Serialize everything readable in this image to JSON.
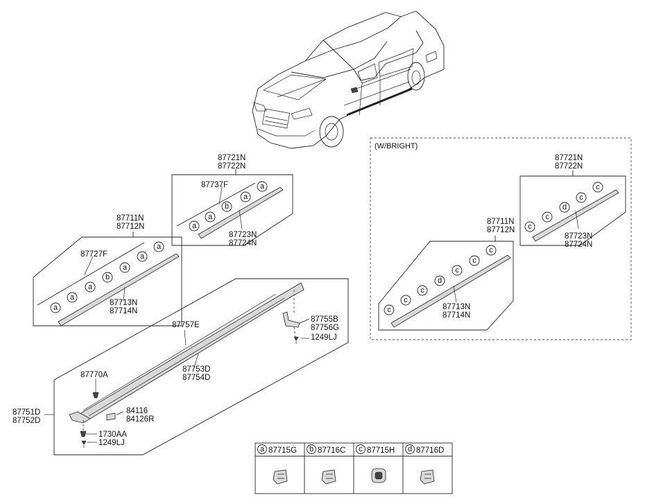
{
  "labels": {
    "l_87721N_a": "87721N",
    "l_87722N_a": "87722N",
    "l_87737F": "87737F",
    "l_87723N_a": "87723N",
    "l_87724N_a": "87724N",
    "l_87711N_a": "87711N",
    "l_87712N_a": "87712N",
    "l_87727F": "87727F",
    "l_87713N_a": "87713N",
    "l_87714N_a": "87714N",
    "l_87757E": "87757E",
    "l_87755B": "87755B",
    "l_87756G": "87756G",
    "l_1249LJ_a": "1249LJ",
    "l_87753D": "87753D",
    "l_87754D": "87754D",
    "l_87770A": "87770A",
    "l_87751D": "87751D",
    "l_87752D": "87752D",
    "l_84116": "84116",
    "l_84126R": "84126R",
    "l_1730AA": "1730AA",
    "l_1249LJ_b": "1249LJ",
    "l_wbright": "(W/BRIGHT)",
    "l_87721N_b": "87721N",
    "l_87722N_b": "87722N",
    "l_87723N_b": "87723N",
    "l_87724N_b": "87724N",
    "l_87711N_b": "87711N",
    "l_87712N_b": "87712N",
    "l_87713N_b": "87713N",
    "l_87714N_b": "87714N"
  },
  "clip_markers": [
    "a",
    "b",
    "c",
    "d"
  ],
  "legend": [
    {
      "marker": "a",
      "part": "87715G"
    },
    {
      "marker": "b",
      "part": "87716C"
    },
    {
      "marker": "c",
      "part": "87715H"
    },
    {
      "marker": "d",
      "part": "87716D"
    }
  ]
}
